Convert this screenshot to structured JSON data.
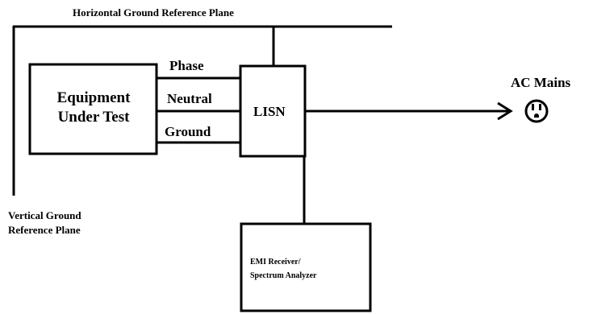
{
  "diagram": {
    "horizontal_plane_label": "Horizontal Ground Reference Plane",
    "vertical_plane_label_line1": "Vertical Ground",
    "vertical_plane_label_line2": "Reference Plane",
    "eut_line1": "Equipment",
    "eut_line2": "Under Test",
    "lisn_label": "LISN",
    "ac_mains_label": "AC Mains",
    "receiver_line1": "EMI Receiver/",
    "receiver_line2": "Spectrum Analyzer",
    "wires": {
      "phase": "Phase",
      "neutral": "Neutral",
      "ground": "Ground"
    }
  },
  "colors": {
    "line": "#000000",
    "background": "#ffffff"
  },
  "icons": {
    "outlet": "power-outlet-icon",
    "arrow": "arrowhead-icon"
  }
}
